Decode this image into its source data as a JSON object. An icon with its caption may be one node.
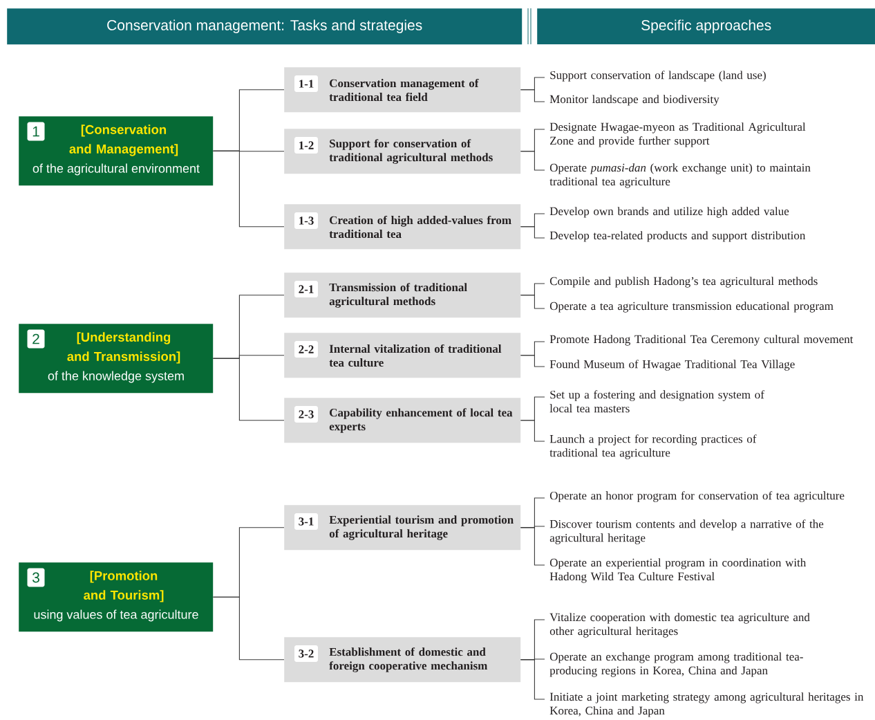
{
  "diagram": {
    "nodes": [
      {
        "text": [
          "Conservation management: Tasks and strategies"
        ]
      },
      {
        "text": [
          "Specific approaches"
        ]
      },
      {
        "text": [
          "1",
          "[Conservation and Management]",
          "of the agricultural environment"
        ]
      },
      {
        "text": [
          "1-1",
          "Conservation management of traditional tea field"
        ]
      },
      {
        "text": [
          "Support conservation of landscape (land use)"
        ]
      },
      {
        "text": [
          "Monitor landscape and biodiversity"
        ]
      },
      {
        "text": [
          "1-2",
          "Support for conservation of traditional agricultural methods"
        ]
      },
      {
        "text": [
          "Designate Hwagae-myeon as Traditional Agricultural Zone and provide further support"
        ]
      },
      {
        "text": [
          "Operate *pumasi-dan* (work exchange unit) to maintain traditional tea agriculture"
        ]
      },
      {
        "text": [
          "1-3",
          "Creation of high added-values from traditional tea"
        ]
      },
      {
        "text": [
          "Develop own brands and utilize high added value"
        ]
      },
      {
        "text": [
          "Develop tea-related products and support distribution"
        ]
      },
      {
        "text": [
          "2",
          "[Understanding and Transmission]",
          "of the knowledge system"
        ]
      },
      {
        "text": [
          "2-1",
          "Transmission of traditional agricultural methods"
        ]
      },
      {
        "text": [
          "Compile and publish Hadong’s tea agricultural methods"
        ]
      },
      {
        "text": [
          "Operate a tea agriculture transmission educational program"
        ]
      },
      {
        "text": [
          "2-2",
          "Internal vitalization of traditional tea culture"
        ]
      },
      {
        "text": [
          "Promote Hadong Traditional Tea Ceremony cultural movement"
        ]
      },
      {
        "text": [
          "Found Museum of Hwagae Traditional Tea Village"
        ]
      },
      {
        "text": [
          "2-3",
          "Capability enhancement of local tea experts"
        ]
      },
      {
        "text": [
          "Set up a fostering and designation system of local tea masters"
        ]
      },
      {
        "text": [
          "Launch a project for recording practices of traditional tea agriculture"
        ]
      },
      {
        "text": [
          "3",
          "[Promotion and Tourism]",
          "using values of tea agriculture"
        ]
      },
      {
        "text": [
          "3-1",
          "Experiential tourism and promotion of agricultural heritage"
        ]
      },
      {
        "text": [
          "Operate an honor program for conservation of tea agriculture"
        ]
      },
      {
        "text": [
          "Discover tourism contents and develop a narrative of the agricultural heritage"
        ]
      },
      {
        "text": [
          "Operate an experiential program in coordination with Hadong Wild Tea Culture Festival"
        ]
      },
      {
        "text": [
          "3-2",
          "Establishment of domestic and foreign cooperative mechanism"
        ]
      },
      {
        "text": [
          "Vitalize cooperation with domestic tea agriculture and other agricultural heritages"
        ]
      },
      {
        "text": [
          "Operate an exchange program among traditional tea-producing regions in Korea, China and Japan"
        ]
      },
      {
        "text": [
          "Initiate a joint marketing strategy among agricultural heritages in Korea, China and Japan"
        ]
      }
    ],
    "edges": [
      {
        "from": 2,
        "to": 3,
        "arrow": "none"
      },
      {
        "from": 2,
        "to": 6,
        "arrow": "none"
      },
      {
        "from": 2,
        "to": 9,
        "arrow": "none"
      },
      {
        "from": 3,
        "to": 4,
        "arrow": "none"
      },
      {
        "from": 3,
        "to": 5,
        "arrow": "none"
      },
      {
        "from": 6,
        "to": 7,
        "arrow": "none"
      },
      {
        "from": 6,
        "to": 8,
        "arrow": "none"
      },
      {
        "from": 9,
        "to": 10,
        "arrow": "none"
      },
      {
        "from": 9,
        "to": 11,
        "arrow": "none"
      },
      {
        "from": 12,
        "to": 13,
        "arrow": "none"
      },
      {
        "from": 12,
        "to": 16,
        "arrow": "none"
      },
      {
        "from": 12,
        "to": 19,
        "arrow": "none"
      },
      {
        "from": 13,
        "to": 14,
        "arrow": "none"
      },
      {
        "from": 13,
        "to": 15,
        "arrow": "none"
      },
      {
        "from": 16,
        "to": 17,
        "arrow": "none"
      },
      {
        "from": 16,
        "to": 18,
        "arrow": "none"
      },
      {
        "from": 19,
        "to": 20,
        "arrow": "none"
      },
      {
        "from": 19,
        "to": 21,
        "arrow": "none"
      },
      {
        "from": 22,
        "to": 23,
        "arrow": "none"
      },
      {
        "from": 22,
        "to": 27,
        "arrow": "none"
      },
      {
        "from": 23,
        "to": 24,
        "arrow": "none"
      },
      {
        "from": 23,
        "to": 25,
        "arrow": "none"
      },
      {
        "from": 23,
        "to": 26,
        "arrow": "none"
      },
      {
        "from": 27,
        "to": 28,
        "arrow": "none"
      },
      {
        "from": 27,
        "to": 29,
        "arrow": "none"
      },
      {
        "from": 27,
        "to": 30,
        "arrow": "none"
      }
    ]
  }
}
